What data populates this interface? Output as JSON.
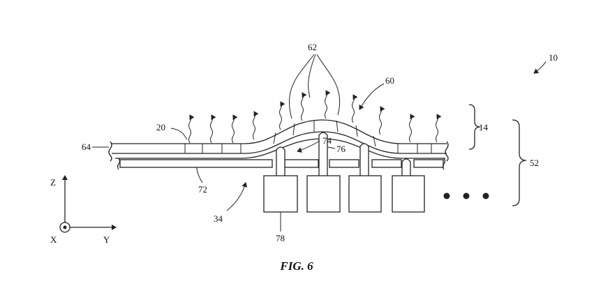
{
  "figure": {
    "caption": "FIG. 6",
    "labels": {
      "device": "10",
      "layer": "14",
      "light": "20",
      "module": "34",
      "group": "52",
      "bulge": "60",
      "emitters": "62",
      "film": "64",
      "substrate": "72",
      "gap": "74",
      "post": "76",
      "actuator": "78"
    },
    "axes": {
      "z": "Z",
      "x": "X",
      "y": "Y"
    },
    "ellipsis_dots": 3
  }
}
